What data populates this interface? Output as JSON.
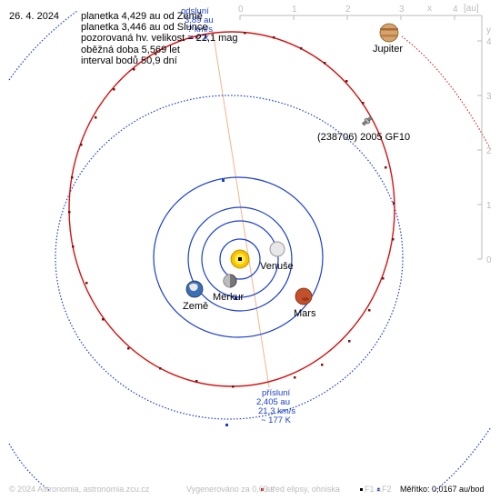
{
  "date": "26. 4. 2024",
  "info_lines": [
    "planetka 4,429 au od Země",
    "planetka 3,446 au od Slunce",
    "pozorovaná hv. velikost = 22,1 mag",
    "oběžná doba 5,569 let",
    "interval bodů 50,9 dní"
  ],
  "axis": {
    "unit": "[au]",
    "x_corner": "x",
    "y_corner": "y",
    "x_ticks": [
      "0",
      "1",
      "2",
      "3",
      "4"
    ],
    "y_ticks": [
      "4",
      "3",
      "2",
      "1",
      "0"
    ]
  },
  "bodies": {
    "sun": "",
    "merkur": "Merkur",
    "venuse": "Venuše",
    "zeme": "Země",
    "mars": "Mars",
    "jupiter": "Jupiter",
    "asteroid": "(238706) 2005 GF10"
  },
  "aphelion": [
    "odsluní",
    "3,89 au",
    "? km/s",
    "~ ? K"
  ],
  "perihelion": [
    "přísluní",
    "2,405 au",
    "21,3 km/s",
    "~ 177 K"
  ],
  "footer": {
    "copyright": "© 2024 Astronomia, astronomia.zcu.cz",
    "generated": "Vygenerováno za 0,09 s",
    "legend_center": "střed elipsy, ohniska",
    "legend_f1": "F1 a",
    "legend_f2": "F2",
    "scale": "Měřítko: 0,0167 au/bod"
  },
  "colors": {
    "planet_orbit": "#1a3fcc",
    "asteroid_orbit": "#d21414",
    "apsides_line": "#f2b48a",
    "label_blue": "#1a3fcc",
    "axis_gray": "#bbbbbb"
  }
}
